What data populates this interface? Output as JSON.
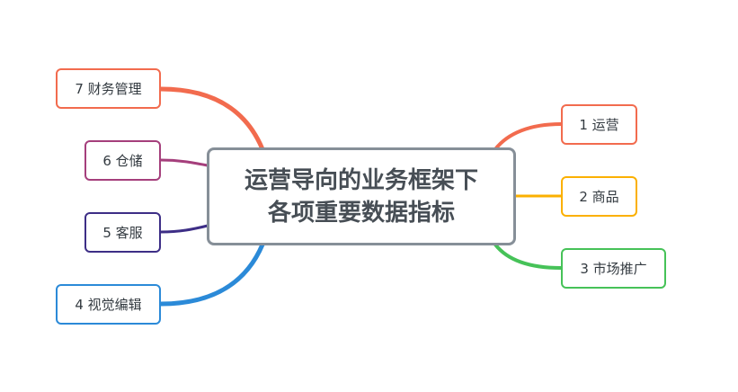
{
  "central_topic": {
    "line1": "运营导向的业务框架下",
    "line2": "各项重要数据指标",
    "border_color": "#868f98"
  },
  "branches": [
    {
      "id": 1,
      "label": "1 运营",
      "side": "right",
      "color": "#f26b4e"
    },
    {
      "id": 2,
      "label": "2 商品",
      "side": "right",
      "color": "#fbb000"
    },
    {
      "id": 3,
      "label": "3 市场推广",
      "side": "right",
      "color": "#46c258"
    },
    {
      "id": 4,
      "label": "4 视觉编辑",
      "side": "left",
      "color": "#2b8ad8"
    },
    {
      "id": 5,
      "label": "5 客服",
      "side": "left",
      "color": "#3d2e86"
    },
    {
      "id": 6,
      "label": "6 仓储",
      "side": "left",
      "color": "#a53f7c"
    },
    {
      "id": 7,
      "label": "7 财务管理",
      "side": "left",
      "color": "#f26b4e"
    }
  ]
}
